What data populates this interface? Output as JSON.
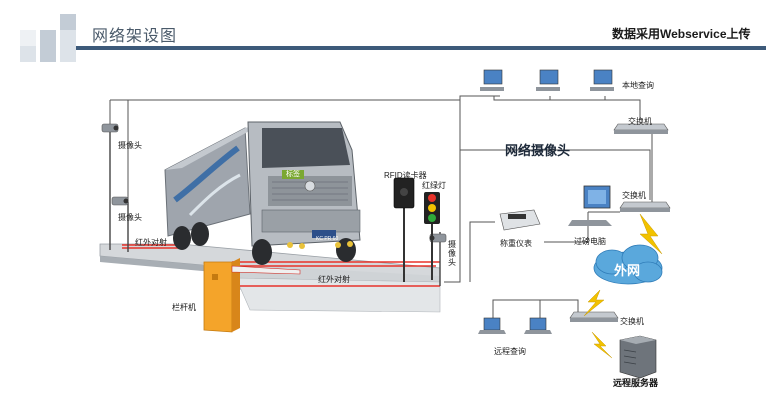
{
  "header": {
    "title": "网络架设图",
    "right_caption": "数据采用Webservice上传"
  },
  "labels": {
    "local_query": "本地查询",
    "switch_top": "交换机",
    "network_camera": "网络摄像头",
    "switch_mid": "交换机",
    "weigh_pc": "过磅电脑",
    "weigh_indicator": "称重仪表",
    "camera_left_top": "摄像头",
    "camera_left_mid": "摄像头",
    "camera_right": "摄像头",
    "rfid_reader": "RFID读卡器",
    "traffic_light": "红绿灯",
    "infrared_left": "红外对射",
    "infrared_mid": "红外对射",
    "barrier_gate": "栏杆机",
    "external_net": "外网",
    "remote_query": "远程查询",
    "switch_bottom": "交换机",
    "remote_server": "远程服务器",
    "truck_tag": "标签",
    "truck_plate": "KC PR 60"
  },
  "colors": {
    "header_bar": "#3d5a7a",
    "header_squares": "#b8c4d0",
    "cloud": "#5aa8dc",
    "lightning": "#f2c200",
    "barrier": "#f4a42a",
    "laser": "#e8322a",
    "platform": "#c8ccd0"
  }
}
